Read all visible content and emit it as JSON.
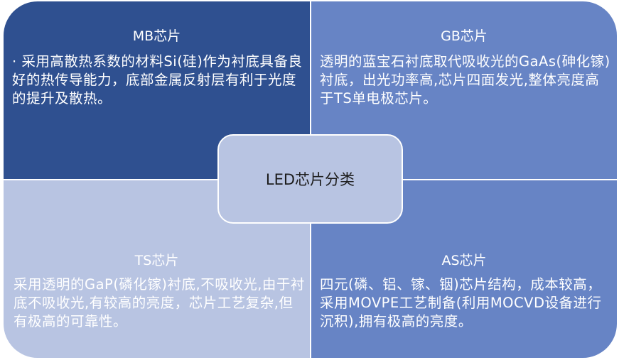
{
  "diagram": {
    "center": {
      "label": "LED芯片分类"
    },
    "quadrants": [
      {
        "position": "top-left",
        "title": "MB芯片",
        "body": "· 采用高散热系数的材料Si(硅)作为衬底具备良好的热传导能力，底部金属反射层有利于光度的提升及散热。",
        "color": "#2f5090"
      },
      {
        "position": "top-right",
        "title": "GB芯片",
        "body": "透明的蓝宝石衬底取代吸收光的GaAs(砷化镓)衬底，出光功率高,芯片四面发光,整体亮度高于TS单电极芯片。",
        "color": "#6784c5"
      },
      {
        "position": "bottom-left",
        "title": "TS芯片",
        "body": "采用透明的GaP(磷化镓)衬底,不吸收光,由于衬底不吸收光,有较高的亮度，芯片工艺复杂,但有极高的可靠性。",
        "color": "#b8c4e2"
      },
      {
        "position": "bottom-right",
        "title": "AS芯片",
        "body": "四元(磷、铝、镓、铟)芯片结构，成本较高，采用MOVPE工艺制备(利用MOCVD设备进行沉积),拥有极高的亮度。",
        "color": "#6784c5"
      }
    ]
  }
}
